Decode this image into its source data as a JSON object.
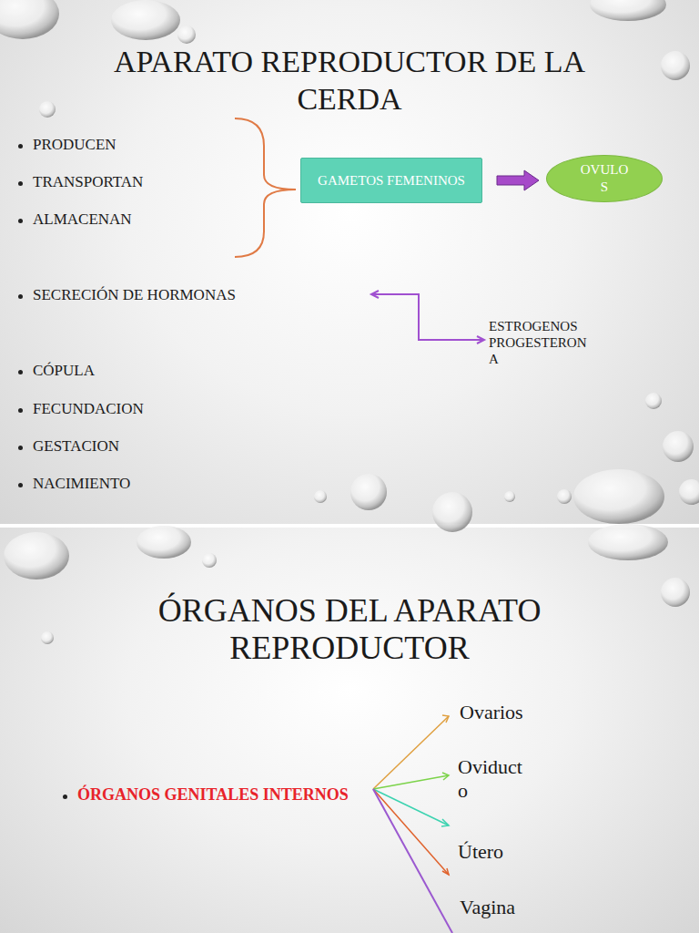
{
  "diagram": {
    "title": "APARATO REPRODUCTOR DE LA CERDA",
    "nodes": [
      {
        "text": [
          "GAMETOS FEMENINOS"
        ]
      },
      {
        "text": [
          "OVULO S"
        ]
      }
    ],
    "edges": [
      {
        "from": 0,
        "to": 1,
        "arrow": "to"
      }
    ],
    "labels": [
      "ÓRGANOS DEL APARATO REPRODUCTOR",
      "PRODUCEN",
      "TRANSPORTAN",
      "ALMACENAN",
      "SECRECIÓN DE HORMONAS",
      "ESTROGENOS PROGESTERON A",
      "CÓPULA",
      "FECUNDACION",
      "GESTACION",
      "NACIMIENTO",
      "ÓRGANOS GENITALES INTERNOS",
      "Ovarios",
      "Oviduct o",
      "Útero",
      "Vagina"
    ]
  }
}
